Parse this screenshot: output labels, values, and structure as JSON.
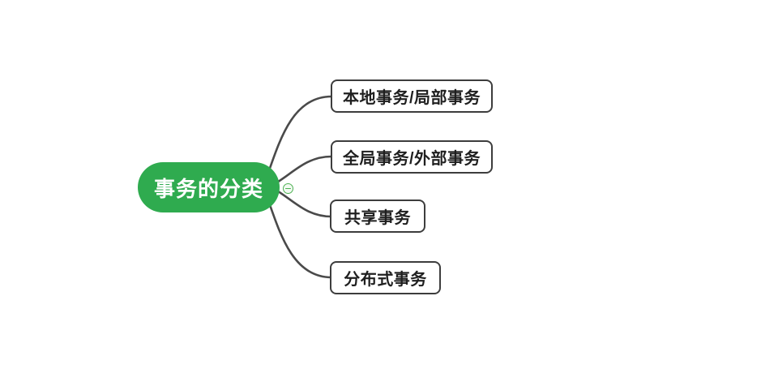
{
  "diagram": {
    "type": "mindmap",
    "root": {
      "label": "事务的分类"
    },
    "collapse_icon": {
      "glyph": "minus-in-circle",
      "state": "expanded"
    },
    "children": [
      {
        "label": "本地事务/局部事务"
      },
      {
        "label": "全局事务/外部事务"
      },
      {
        "label": "共享事务"
      },
      {
        "label": "分布式事务"
      }
    ]
  },
  "colors": {
    "canvas_bg": "#ffffff",
    "root_fill": "#2fab4f",
    "root_text": "#ffffff",
    "branch_line": "#4a4a4a",
    "node_border": "#3d3d3d",
    "node_text": "#1f1f1f",
    "collapse_green": "#4db153",
    "collapse_fill": "#f2faf2"
  }
}
